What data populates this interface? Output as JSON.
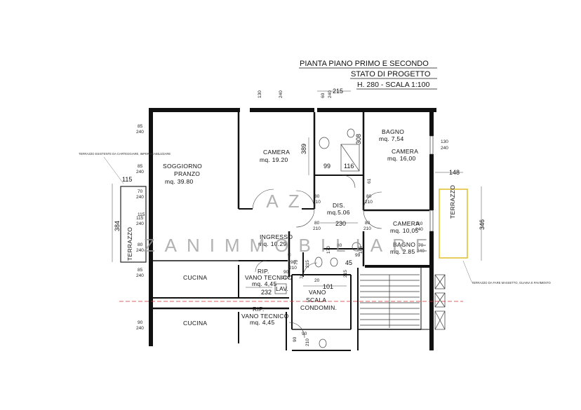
{
  "title": {
    "line1": "PIANTA PIANO PRIMO E SECONDO",
    "line2": "STATO DI PROGETTO",
    "line3": "H. 280 - SCALA 1:100"
  },
  "watermark": {
    "text": "ZANIMMOBILIARE",
    "logo": "AZ",
    "copyright": "©"
  },
  "rooms": {
    "soggiorno": {
      "name1": "SOGGIORNO",
      "name2": "PRANZO",
      "area": "mq. 39.80"
    },
    "camera1": {
      "name": "CAMERA",
      "area": "mq. 19.20"
    },
    "bagno1": {
      "name": "BAGNO",
      "area": "mq. 7,54"
    },
    "camera2": {
      "name": "CAMERA",
      "area": "mq. 16,00"
    },
    "dis": {
      "name": "DIS.",
      "area": "mq.5.06"
    },
    "ingresso": {
      "name": "INGRESSO",
      "area": "mq. 10.29"
    },
    "camera3": {
      "name": "CAMERA",
      "area": "mq. 10,05"
    },
    "bagno2": {
      "name": "BAGNO",
      "area": "mq. 2.85"
    },
    "cucina1": {
      "name": "CUCINA"
    },
    "cucina2": {
      "name": "CUCINA"
    },
    "rip1": {
      "name": "RIP.",
      "sub": "VANO TECNICO",
      "area": "mq. 4,45"
    },
    "rip2": {
      "name": "RIP.",
      "sub": "VANO TECNICO",
      "area": "mq. 4,45"
    },
    "vano": {
      "line1": "VANO",
      "line2": "SCALA",
      "line3": "CONDOMIN."
    },
    "terrazzo_left": {
      "name": "TERRAZZO"
    },
    "terrazzo_right": {
      "name": "TERRAZZO"
    },
    "lav": {
      "name": "LAV."
    }
  },
  "dimensions": {
    "d215": "215",
    "d130a": "130",
    "d240a": "240",
    "d60": "60",
    "d240b": "240",
    "d85a": "85",
    "d240c": "240",
    "d85b": "85",
    "d240d": "240",
    "d115a": "115",
    "d70a": "70",
    "d240e": "240",
    "d115b": "115",
    "d240f": "240",
    "d80a": "80",
    "d240g": "240",
    "d85c": "85",
    "d240h": "240",
    "d90": "90",
    "d240i": "240",
    "d389": "389",
    "d308": "308",
    "d99a": "99",
    "d116": "116",
    "d61": "61",
    "d80b": "80",
    "d210a": "210",
    "d80c": "80",
    "d210b": "210",
    "d80d": "80",
    "d210c": "210",
    "d230": "230",
    "d80e": "80",
    "d210d": "210",
    "d70b": "70",
    "d215b": "215",
    "d170": "170",
    "d80f": "80",
    "d165": "165",
    "d45": "45",
    "d99b": "99",
    "d232": "232",
    "d101": "101",
    "d130r": "130",
    "d240r1": "240",
    "d148": "148",
    "d110": "110",
    "d240r2": "240",
    "d346": "346",
    "d384": "384",
    "d115c": "115",
    "d70c": "70",
    "d90b": "90",
    "d90c": "90",
    "d210e": "210",
    "d70d": "70",
    "d215c": "215",
    "d20": "20",
    "d90d": "90",
    "d210f": "210",
    "d90e": "90",
    "d210g": "210",
    "d240x": "240"
  },
  "notes": {
    "left": "TERRAZZO ESISTENTE DA CARTEGGIARE, IMPERMEABILIZZARE",
    "right": "TERRAZZO DA FARE MASSETTO, GUAINA E PAVIMENTO"
  },
  "colors": {
    "wall": "#111111",
    "dim_line": "#444444",
    "watermark": "#9a9a9a",
    "section_line": "#d23030",
    "terrace": "#e2c23a"
  }
}
